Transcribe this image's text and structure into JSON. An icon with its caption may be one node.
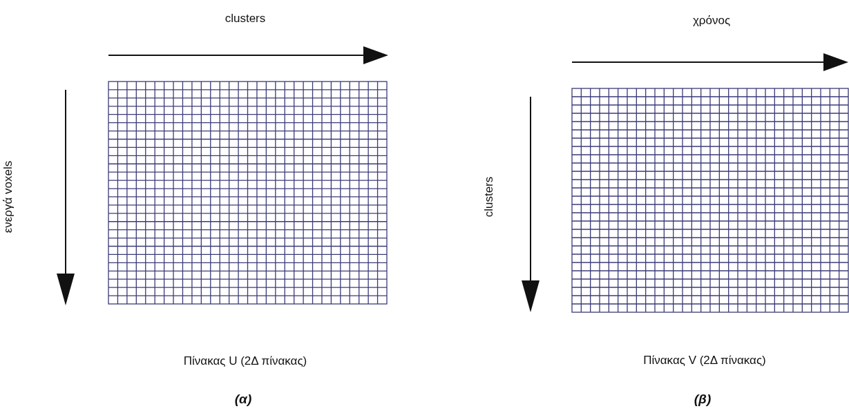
{
  "diagram": {
    "labels": [
      "clusters",
      "χρόνος",
      "ενεργά voxels",
      "clusters",
      "Πίνακας U (2Δ πίνακας)",
      "Πίνακας V (2Δ πίνακας)",
      "(α)",
      "(β)"
    ]
  }
}
